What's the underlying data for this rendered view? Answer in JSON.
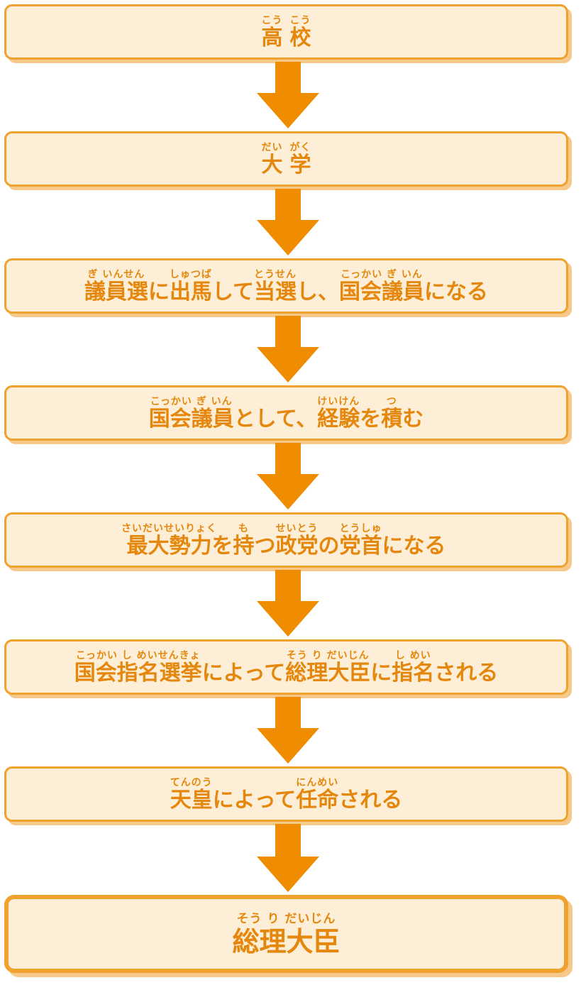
{
  "steps": [
    {
      "segments": [
        {
          "ruby": "こう",
          "text": "高"
        },
        {
          "ruby": "こう",
          "text": "校"
        }
      ]
    },
    {
      "segments": [
        {
          "ruby": "だい",
          "text": "大"
        },
        {
          "ruby": "がく",
          "text": "学"
        }
      ]
    },
    {
      "segments": [
        {
          "ruby": "ぎ いんせん",
          "text": "議員選"
        },
        {
          "ruby": "",
          "text": "に"
        },
        {
          "ruby": "しゅつば",
          "text": "出馬"
        },
        {
          "ruby": "",
          "text": "して"
        },
        {
          "ruby": "とうせん",
          "text": "当選"
        },
        {
          "ruby": "",
          "text": "し、"
        },
        {
          "ruby": "こっかい ぎ いん",
          "text": "国会議員"
        },
        {
          "ruby": "",
          "text": "になる"
        }
      ]
    },
    {
      "segments": [
        {
          "ruby": "こっかい ぎ いん",
          "text": "国会議員"
        },
        {
          "ruby": "",
          "text": "として、"
        },
        {
          "ruby": "けいけん",
          "text": "経験"
        },
        {
          "ruby": "",
          "text": "を"
        },
        {
          "ruby": "つ",
          "text": "積"
        },
        {
          "ruby": "",
          "text": "む"
        }
      ]
    },
    {
      "segments": [
        {
          "ruby": "さいだいせいりょく",
          "text": "最大勢力"
        },
        {
          "ruby": "",
          "text": "を"
        },
        {
          "ruby": "も",
          "text": "持"
        },
        {
          "ruby": "",
          "text": "つ"
        },
        {
          "ruby": "せいとう",
          "text": "政党"
        },
        {
          "ruby": "",
          "text": "の"
        },
        {
          "ruby": "とうしゅ",
          "text": "党首"
        },
        {
          "ruby": "",
          "text": "になる"
        }
      ]
    },
    {
      "segments": [
        {
          "ruby": "こっかい し めいせんきょ",
          "text": "国会指名選挙"
        },
        {
          "ruby": "",
          "text": "によって"
        },
        {
          "ruby": "そう り だいじん",
          "text": "総理大臣"
        },
        {
          "ruby": "",
          "text": "に"
        },
        {
          "ruby": "し めい",
          "text": "指名"
        },
        {
          "ruby": "",
          "text": "される"
        }
      ]
    },
    {
      "segments": [
        {
          "ruby": "てんのう",
          "text": "天皇"
        },
        {
          "ruby": "",
          "text": "によって"
        },
        {
          "ruby": "にんめい",
          "text": "任命"
        },
        {
          "ruby": "",
          "text": "される"
        }
      ]
    },
    {
      "segments": [
        {
          "ruby": "そう り だいじん",
          "text": "総理大臣"
        }
      ]
    }
  ],
  "colors": {
    "box_fill": "#fdefd7",
    "box_border": "#f0a22e",
    "box_shadow": "#f6c98a",
    "text": "#e4870c",
    "arrow": "#ef8c00"
  }
}
